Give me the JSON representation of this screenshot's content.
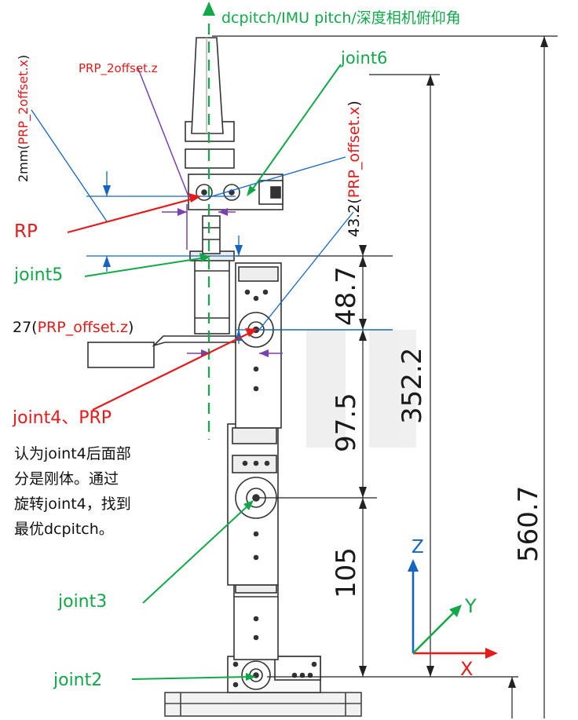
{
  "labels": {
    "axis_top": "dcpitch/IMU pitch/深度相机俯仰角",
    "prp_2offset_z": "PRP_2offset.z",
    "joint6": "joint6",
    "dim_2mm_prefix": "2mm(",
    "dim_2mm_var": "PRP_2offset.x",
    "dim_2mm_suffix": ")",
    "dim_432_prefix": "43.2(",
    "dim_432_var": "PRP_offset.x",
    "dim_432_suffix": ")",
    "rp": "RP",
    "joint5": "joint5",
    "dim_27_prefix": "27(",
    "dim_27_var": "PRP_offset.z",
    "dim_27_suffix": ")",
    "joint4_prp": "joint4、PRP",
    "note_lines": [
      "认为joint4后面部",
      "分是刚体。通过",
      "旋转joint4，找到",
      "最优dcpitch。"
    ],
    "joint3": "joint3",
    "joint2": "joint2"
  },
  "dimensions": {
    "d_48_7": "48.7",
    "d_97_5": "97.5",
    "d_105": "105",
    "d_352_2": "352.2",
    "d_560_7": "560.7"
  },
  "axes": {
    "z": "Z",
    "y": "Y",
    "x": "X"
  },
  "colors": {
    "green": "#12a84a",
    "red": "#e41b1b",
    "blue": "#1565c0",
    "purple": "#7b3fb0"
  }
}
